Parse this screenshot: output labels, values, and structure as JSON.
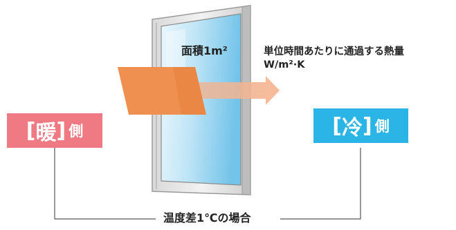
{
  "labels": {
    "area": "面積1m²",
    "heat_line1": "単位時間あたりに通過する熱量",
    "heat_line2": "W/m²·K",
    "condition": "温度差1℃の場合"
  },
  "warm_side": {
    "open_bracket": "[",
    "kanji": "暖",
    "close_bracket": "]",
    "suffix": "側",
    "color": "#f07a84"
  },
  "cold_side": {
    "open_bracket": "[",
    "kanji": "冷",
    "close_bracket": "]",
    "suffix": "側",
    "color": "#2bb5e6"
  },
  "colors": {
    "heat_plane": "#ef9050",
    "heat_arrow": "#f6b38e",
    "glass_light": "#e6f6fd",
    "glass_blue": "#7dc9ec",
    "frame": "#e6e6e6",
    "frame_edge": "#9a9a9a",
    "bracket_line": "#555555"
  }
}
